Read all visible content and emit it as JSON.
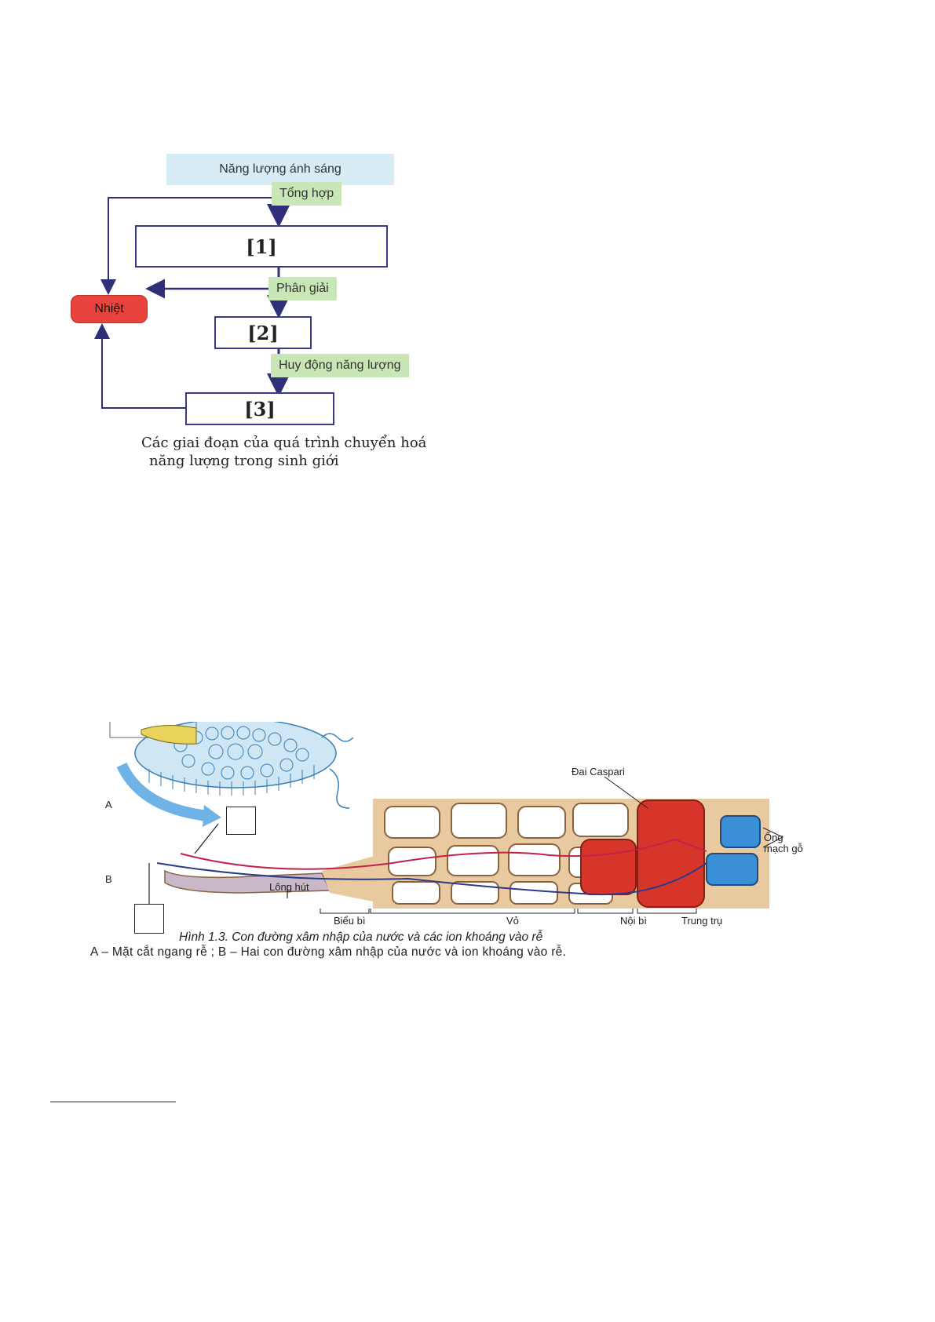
{
  "energy_diagram": {
    "source_label": "Năng lượng ánh sáng",
    "process_1": "Tổng hợp",
    "stage_1": "[1]",
    "process_2": "Phân giải",
    "heat_label": "Nhiệt",
    "stage_2": "[2]",
    "process_3": "Huy động năng lượng",
    "stage_3": "[3]",
    "caption_line1": "Các giai đoạn của quá trình chuyển hoá",
    "caption_line2": "năng lượng trong sinh giới",
    "colors": {
      "source_fill": "#d7ecf5",
      "process_fill": "#c9e7b6",
      "heat_fill": "#e8443d",
      "arrow": "#2f2f7a"
    }
  },
  "root_diagram": {
    "label_a": "A",
    "label_b": "B",
    "label_caspari": "Đai Caspari",
    "label_xylem_1": "Ống",
    "label_xylem_2": "mạch gỗ",
    "label_root_hair": "Lông hút",
    "label_epidermis": "Biểu bì",
    "label_cortex": "Vỏ",
    "label_endodermis": "Nội bì",
    "label_stele": "Trung trụ",
    "caption_title": "Hình 1.3. Con đường xâm nhập của nước và các ion khoáng vào rễ",
    "caption_body": "A – Mặt cắt ngang rễ ; B – Hai con đường xâm nhập của nước và ion khoáng vào rễ."
  }
}
